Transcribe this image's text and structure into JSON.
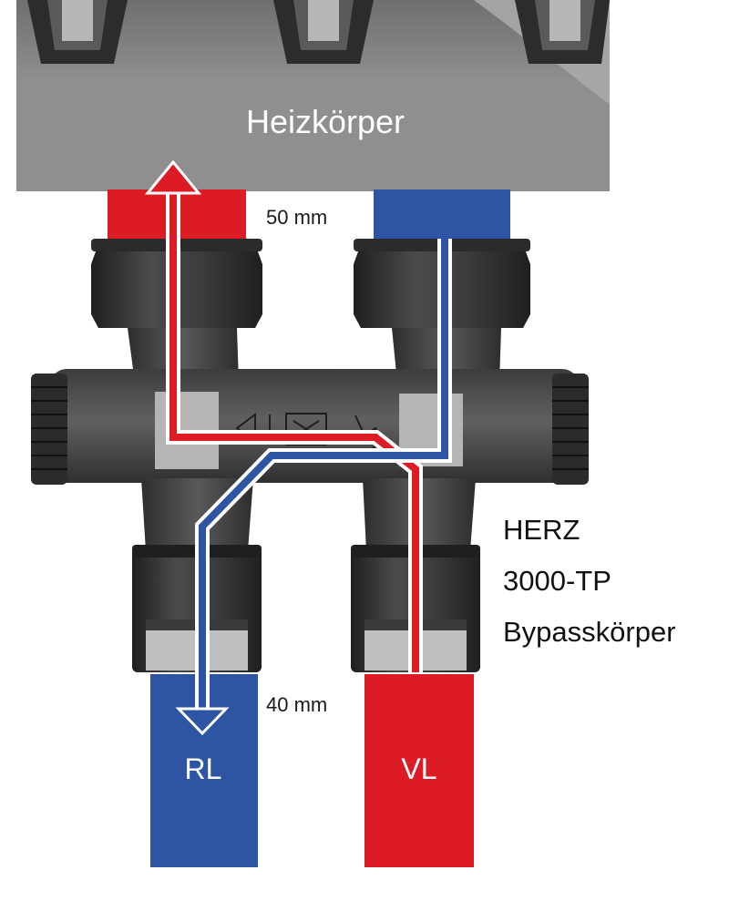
{
  "radiator": {
    "label": "Heizkörper"
  },
  "dimensions": {
    "top": "50 mm",
    "bottom": "40 mm"
  },
  "pipes": {
    "return_label": "RL",
    "supply_label": "VL"
  },
  "product": {
    "line1": "HERZ",
    "line2": "3000-TP",
    "line3": "Bypasskörper"
  },
  "colors": {
    "supply": "#dd1b24",
    "return": "#2e55a4",
    "radiator": "#8d8d8d",
    "valve_body": "#4a4b4d",
    "valve_dark": "#2a2b2d"
  }
}
